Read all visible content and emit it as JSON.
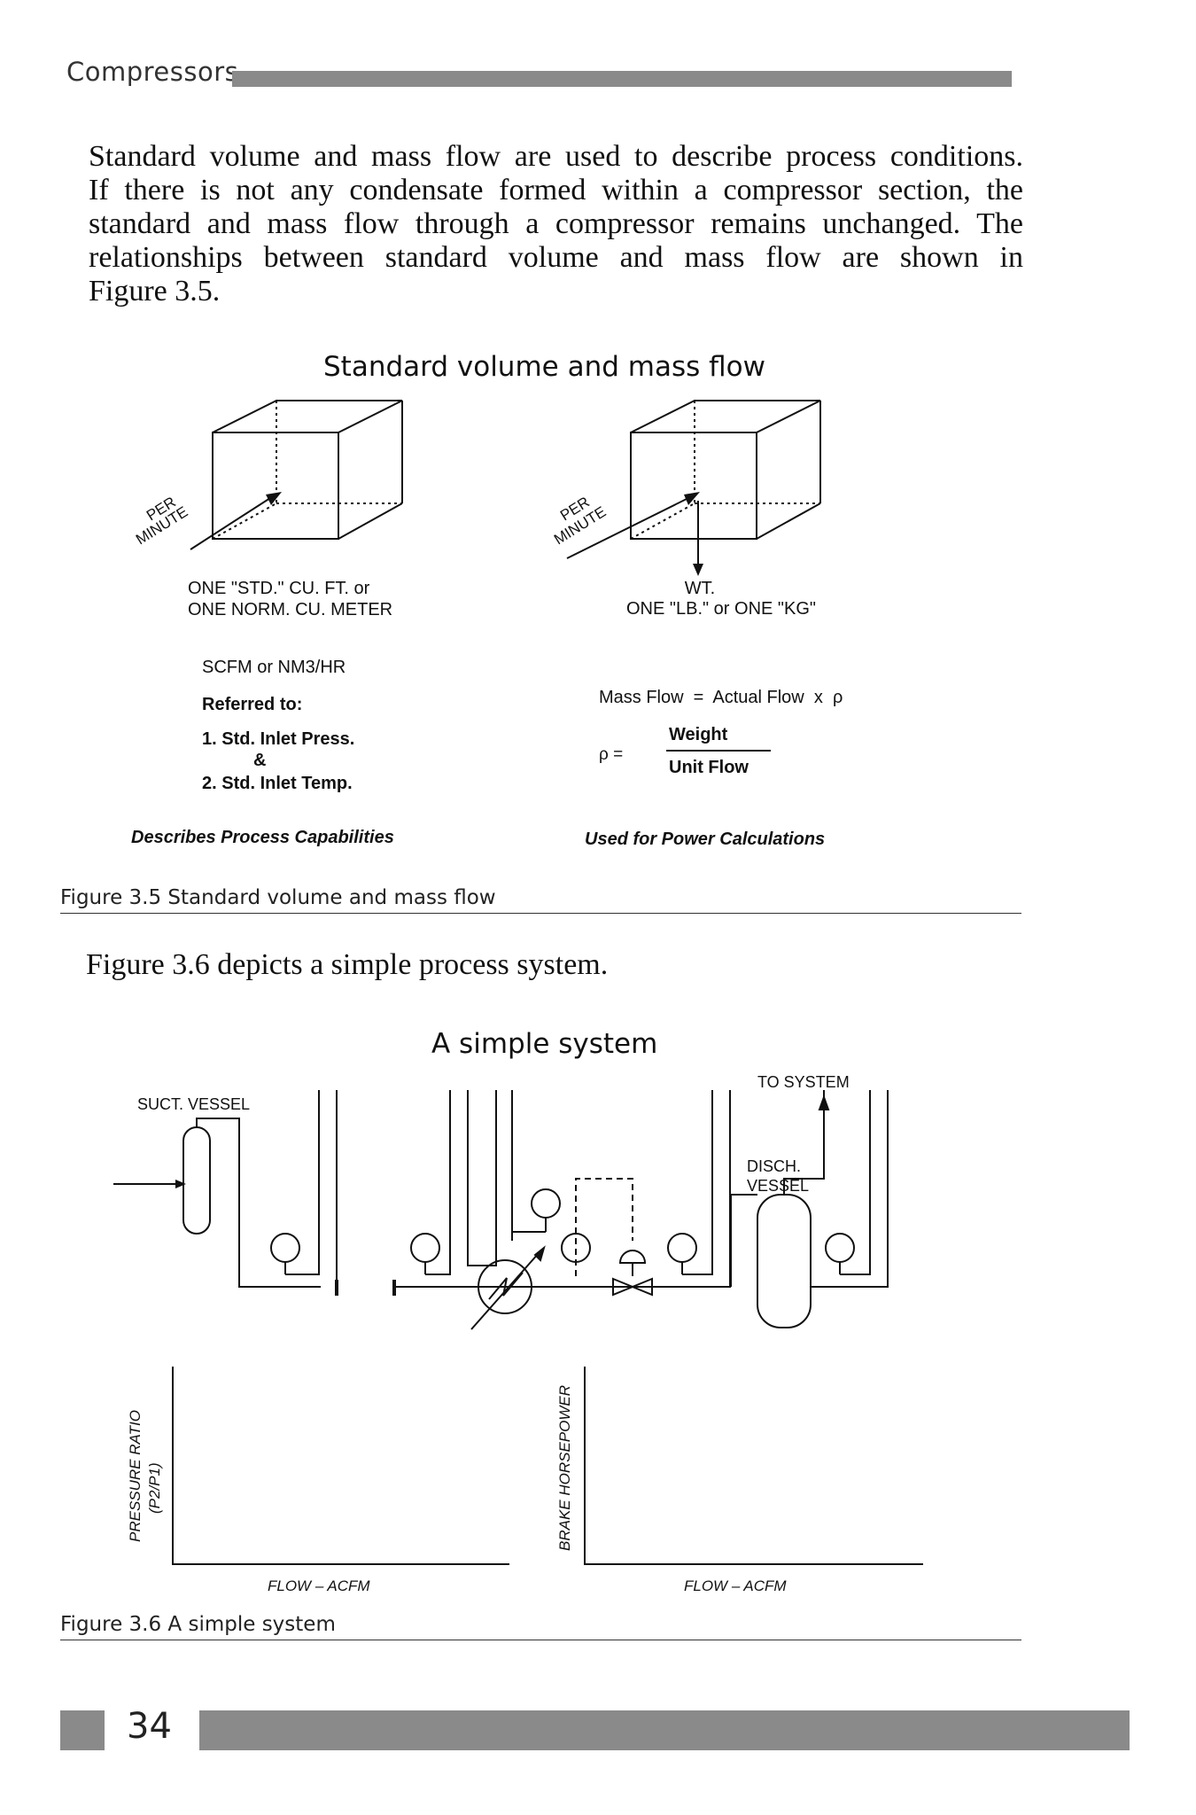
{
  "header": {
    "running_head": "Compressors"
  },
  "intro_paragraph": {
    "lines": [
      "Standard volume and mass flow are used to describe process conditions.",
      "If there is not any condensate formed within a compressor section, the",
      "standard and mass flow through a compressor remains unchanged. The",
      "relationships between standard volume and mass flow are shown in",
      "Figure 3.5."
    ]
  },
  "figure_3_5": {
    "title": "Standard volume and mass flow",
    "left": {
      "arrow_label_1": "PER",
      "arrow_label_2": "MINUTE",
      "unit_line_1": "ONE \"STD.\" CU. FT. or",
      "unit_line_2": "ONE NORM. CU. METER",
      "units": "SCFM or NM3/HR",
      "referred_to": "Referred to:",
      "item_1": "1.  Std. Inlet Press.",
      "amp": "&",
      "item_2": "2.  Std. Inlet Temp.",
      "footer": "Describes Process Capabilities"
    },
    "right": {
      "arrow_label_1": "PER",
      "arrow_label_2": "MINUTE",
      "wt": "WT.",
      "unit_line": "ONE \"LB.\" or ONE \"KG\"",
      "mass_flow_eq": "Mass Flow  =  Actual Flow  x  ρ",
      "rho_eq": "ρ =",
      "numerator": "Weight",
      "denominator": "Unit Flow",
      "footer": "Used for Power Calculations"
    },
    "caption": "Figure 3.5 Standard volume and mass flow"
  },
  "mid_paragraph": "Figure 3.6 depicts a simple process system.",
  "figure_3_6": {
    "title": "A simple system",
    "suct_vessel": "SUCT. VESSEL",
    "to_system": "TO SYSTEM",
    "disch_1": "DISCH.",
    "disch_2": "VESSEL",
    "chart_left_ylabel": "PRESSURE RATIO",
    "chart_left_ylabel_2": "(P2/P1)",
    "chart_left_xlabel": "FLOW – ACFM",
    "chart_right_ylabel": "BRAKE HORSEPOWER",
    "chart_right_xlabel": "FLOW – ACFM",
    "caption": "Figure 3.6 A simple system"
  },
  "footer": {
    "page_number": "34"
  }
}
